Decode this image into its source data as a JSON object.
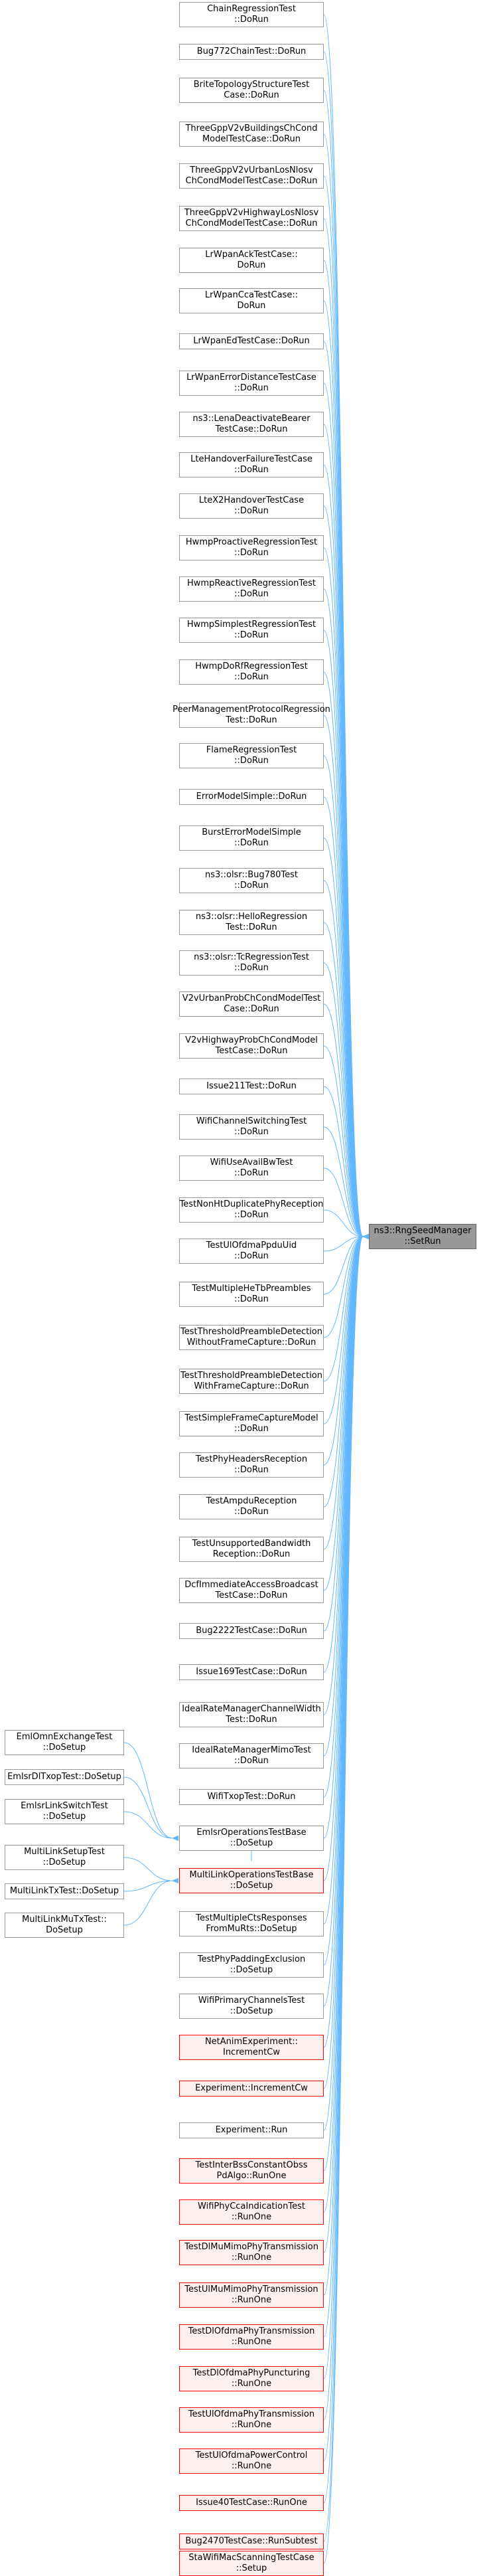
{
  "target": {
    "label": "ns3::RngSeedManager\n::SetRun",
    "fill": "#999999"
  },
  "edge_color": "#63b8ff",
  "colors": {
    "node_border": "#999999",
    "red_border": "#ff0000",
    "red_fill": "#fff0f0"
  },
  "callers": [
    {
      "id": "n0",
      "label": "ChainRegressionTest\n::DoRun"
    },
    {
      "id": "n1",
      "label": "Bug772ChainTest::DoRun"
    },
    {
      "id": "n2",
      "label": "BriteTopologyStructureTest\nCase::DoRun"
    },
    {
      "id": "n3",
      "label": "ThreeGppV2vBuildingsChCond\nModelTestCase::DoRun"
    },
    {
      "id": "n4",
      "label": "ThreeGppV2vUrbanLosNlosv\nChCondModelTestCase::DoRun"
    },
    {
      "id": "n5",
      "label": "ThreeGppV2vHighwayLosNlosv\nChCondModelTestCase::DoRun"
    },
    {
      "id": "n6",
      "label": "LrWpanAckTestCase::\nDoRun"
    },
    {
      "id": "n7",
      "label": "LrWpanCcaTestCase::\nDoRun"
    },
    {
      "id": "n8",
      "label": "LrWpanEdTestCase::DoRun"
    },
    {
      "id": "n9",
      "label": "LrWpanErrorDistanceTestCase\n::DoRun"
    },
    {
      "id": "n10",
      "label": "ns3::LenaDeactivateBearer\nTestCase::DoRun"
    },
    {
      "id": "n11",
      "label": "LteHandoverFailureTestCase\n::DoRun"
    },
    {
      "id": "n12",
      "label": "LteX2HandoverTestCase\n::DoRun"
    },
    {
      "id": "n13",
      "label": "HwmpProactiveRegressionTest\n::DoRun"
    },
    {
      "id": "n14",
      "label": "HwmpReactiveRegressionTest\n::DoRun"
    },
    {
      "id": "n15",
      "label": "HwmpSimplestRegressionTest\n::DoRun"
    },
    {
      "id": "n16",
      "label": "HwmpDoRfRegressionTest\n::DoRun"
    },
    {
      "id": "n17",
      "label": "PeerManagementProtocolRegression\nTest::DoRun"
    },
    {
      "id": "n18",
      "label": "FlameRegressionTest\n::DoRun"
    },
    {
      "id": "n19",
      "label": "ErrorModelSimple::DoRun"
    },
    {
      "id": "n20",
      "label": "BurstErrorModelSimple\n::DoRun"
    },
    {
      "id": "n21",
      "label": "ns3::olsr::Bug780Test\n::DoRun"
    },
    {
      "id": "n22",
      "label": "ns3::olsr::HelloRegression\nTest::DoRun"
    },
    {
      "id": "n23",
      "label": "ns3::olsr::TcRegressionTest\n::DoRun"
    },
    {
      "id": "n24",
      "label": "V2vUrbanProbChCondModelTest\nCase::DoRun"
    },
    {
      "id": "n25",
      "label": "V2vHighwayProbChCondModel\nTestCase::DoRun"
    },
    {
      "id": "n26",
      "label": "Issue211Test::DoRun"
    },
    {
      "id": "n27",
      "label": "WifiChannelSwitchingTest\n::DoRun"
    },
    {
      "id": "n28",
      "label": "WifiUseAvailBwTest\n::DoRun"
    },
    {
      "id": "n29",
      "label": "TestNonHtDuplicatePhyReception\n::DoRun"
    },
    {
      "id": "n30",
      "label": "TestUlOfdmaPpduUid\n::DoRun"
    },
    {
      "id": "n31",
      "label": "TestMultipleHeTbPreambles\n::DoRun"
    },
    {
      "id": "n32",
      "label": "TestThresholdPreambleDetection\nWithoutFrameCapture::DoRun"
    },
    {
      "id": "n33",
      "label": "TestThresholdPreambleDetection\nWithFrameCapture::DoRun"
    },
    {
      "id": "n34",
      "label": "TestSimpleFrameCaptureModel\n::DoRun"
    },
    {
      "id": "n35",
      "label": "TestPhyHeadersReception\n::DoRun"
    },
    {
      "id": "n36",
      "label": "TestAmpduReception\n::DoRun"
    },
    {
      "id": "n37",
      "label": "TestUnsupportedBandwidth\nReception::DoRun"
    },
    {
      "id": "n38",
      "label": "DcfImmediateAccessBroadcast\nTestCase::DoRun"
    },
    {
      "id": "n39",
      "label": "Bug2222TestCase::DoRun"
    },
    {
      "id": "n40",
      "label": "Issue169TestCase::DoRun"
    },
    {
      "id": "n41",
      "label": "IdealRateManagerChannelWidth\nTest::DoRun"
    },
    {
      "id": "n42",
      "label": "IdealRateManagerMimoTest\n::DoRun"
    },
    {
      "id": "n43",
      "label": "WifiTxopTest::DoRun"
    },
    {
      "id": "n44",
      "label": "EmlsrOperationsTestBase\n::DoSetup"
    },
    {
      "id": "n45",
      "label": "MultiLinkOperationsTestBase\n::DoSetup",
      "red": true
    },
    {
      "id": "n46",
      "label": "TestMultipleCtsResponses\nFromMuRts::DoSetup"
    },
    {
      "id": "n47",
      "label": "TestPhyPaddingExclusion\n::DoSetup"
    },
    {
      "id": "n48",
      "label": "WifiPrimaryChannelsTest\n::DoSetup"
    },
    {
      "id": "n49",
      "label": "NetAnimExperiment::\nIncrementCw",
      "red": true
    },
    {
      "id": "n50",
      "label": "Experiment::IncrementCw",
      "red": true
    },
    {
      "id": "n51",
      "label": "Experiment::Run"
    },
    {
      "id": "n52",
      "label": "TestInterBssConstantObss\nPdAlgo::RunOne",
      "red": true
    },
    {
      "id": "n53",
      "label": "WifiPhyCcaIndicationTest\n::RunOne",
      "red": true
    },
    {
      "id": "n54",
      "label": "TestDlMuMimoPhyTransmission\n::RunOne",
      "red": true
    },
    {
      "id": "n55",
      "label": "TestUlMuMimoPhyTransmission\n::RunOne",
      "red": true
    },
    {
      "id": "n56",
      "label": "TestDlOfdmaPhyTransmission\n::RunOne",
      "red": true
    },
    {
      "id": "n57",
      "label": "TestDlOfdmaPhyPuncturing\n::RunOne",
      "red": true
    },
    {
      "id": "n58",
      "label": "TestUlOfdmaPhyTransmission\n::RunOne",
      "red": true
    },
    {
      "id": "n59",
      "label": "TestUlOfdmaPowerControl\n::RunOne",
      "red": true
    },
    {
      "id": "n60",
      "label": "Issue40TestCase::RunOne",
      "red": true
    },
    {
      "id": "n61",
      "label": "Bug2470TestCase::RunSubtest",
      "red": true
    },
    {
      "id": "n62",
      "label": "StaWifiMacScanningTestCase\n::Setup",
      "red": true
    }
  ],
  "second_level": [
    {
      "id": "s0",
      "label": "EmlOmnExchangeTest\n::DoSetup",
      "calls": "n44"
    },
    {
      "id": "s1",
      "label": "EmlsrDlTxopTest::DoSetup",
      "calls": "n44"
    },
    {
      "id": "s2",
      "label": "EmlsrLinkSwitchTest\n::DoSetup",
      "calls": "n44"
    },
    {
      "id": "s3",
      "label": "MultiLinkSetupTest\n::DoSetup",
      "calls": "n45"
    },
    {
      "id": "s4",
      "label": "MultiLinkTxTest::DoSetup",
      "calls": "n45"
    },
    {
      "id": "s5",
      "label": "MultiLinkMuTxTest::\nDoSetup",
      "calls": "n45"
    }
  ],
  "extra_edges": [
    [
      "n44",
      "n45"
    ]
  ]
}
